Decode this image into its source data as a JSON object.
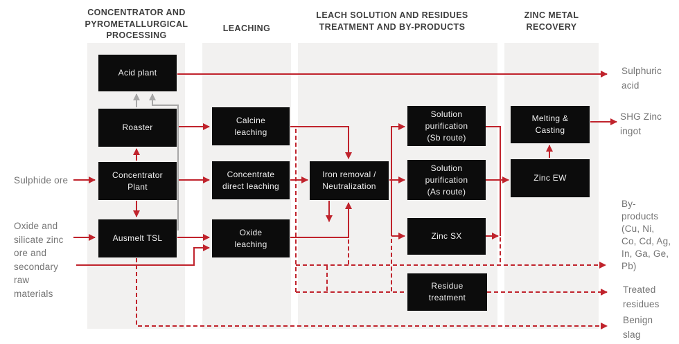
{
  "colors": {
    "flow_red": "#c0232c",
    "gas_gray": "#a7a7a7",
    "node_black": "#0c0c0c",
    "node_text": "#f0f0f0",
    "column_gray": "#f2f1f0",
    "header_text": "#3e3e3e",
    "label_gray": "#747474"
  },
  "headers": [
    {
      "text": "CONCENTRATOR AND\nPYROMETALLURGICAL\nPROCESSING"
    },
    {
      "text": "LEACHING"
    },
    {
      "text": "LEACH SOLUTION AND RESIDUES\nTREATMENT AND BY-PRODUCTS"
    },
    {
      "text": "ZINC METAL\nRECOVERY"
    }
  ],
  "nodes": {
    "acid_plant": "Acid plant",
    "roaster": "Roaster",
    "concentrator_plant": "Concentrator\nPlant",
    "ausmelt_tsl": "Ausmelt TSL",
    "calcine_leaching": "Calcine\nleaching",
    "concentrate_direct_leaching": "Concentrate\ndirect leaching",
    "oxide_leaching": "Oxide\nleaching",
    "iron_removal": "Iron removal /\nNeutralization",
    "solution_purification_sb": "Solution\npurification\n(Sb route)",
    "solution_purification_as": "Solution\npurification\n(As route)",
    "zinc_sx": "Zinc SX",
    "residue_treatment": "Residue\ntreatment",
    "melting_casting": "Melting &\nCasting",
    "zinc_ew": "Zinc EW"
  },
  "inputs": {
    "sulphide_ore": "Sulphide ore",
    "oxide_silicate_ore": "Oxide and\nsilicate zinc\nore and\nsecondary\nraw\nmaterials"
  },
  "outputs": {
    "sulphuric_acid": "Sulphuric\nacid",
    "shg_zinc_ingot": "SHG Zinc\ningot",
    "by_products": "By-\nproducts\n(Cu, Ni,\nCo, Cd, Ag,\nIn, Ga, Ge,\nPb)",
    "treated_residues": "Treated\nresidues",
    "benign_slag": "Benign\nslag"
  }
}
